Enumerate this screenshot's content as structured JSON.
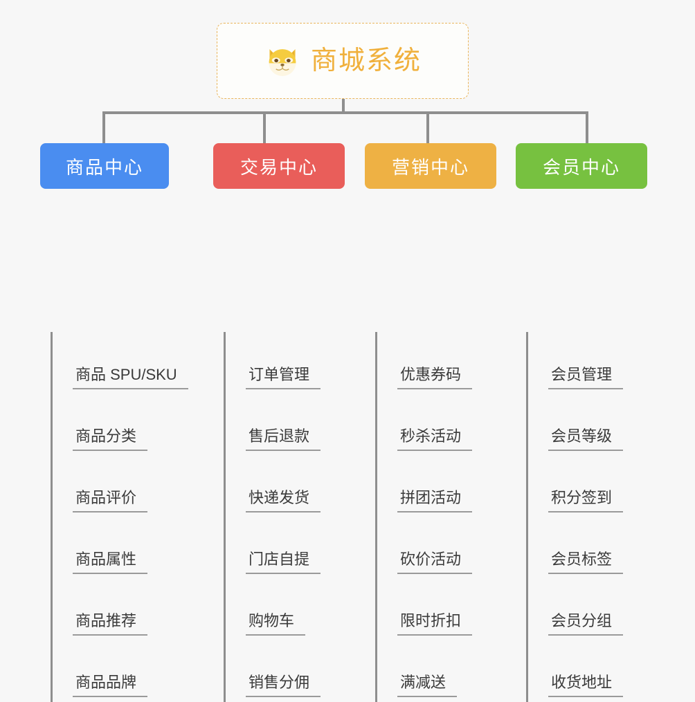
{
  "page": {
    "background_color": "#f7f7f7",
    "type": "mindmap"
  },
  "root": {
    "title": "商城系统",
    "icon": "shiba-dog-face-icon",
    "border_color": "#e9b45a",
    "text_color": "#f0b03c"
  },
  "branches": [
    {
      "label": "商品中心",
      "color": "#4a8df0",
      "items": [
        "商品 SPU/SKU",
        "商品分类",
        "商品评价",
        "商品属性",
        "商品推荐",
        "商品品牌"
      ]
    },
    {
      "label": "交易中心",
      "color": "#e95e5a",
      "items": [
        "订单管理",
        "售后退款",
        "快递发货",
        "门店自提",
        "购物车",
        "销售分佣"
      ]
    },
    {
      "label": "营销中心",
      "color": "#eeb144",
      "items": [
        "优惠券码",
        "秒杀活动",
        "拼团活动",
        "砍价活动",
        "限时折扣",
        "满减送"
      ]
    },
    {
      "label": "会员中心",
      "color": "#77c140",
      "items": [
        "会员管理",
        "会员等级",
        "积分签到",
        "会员标签",
        "会员分组",
        "收货地址"
      ]
    }
  ]
}
